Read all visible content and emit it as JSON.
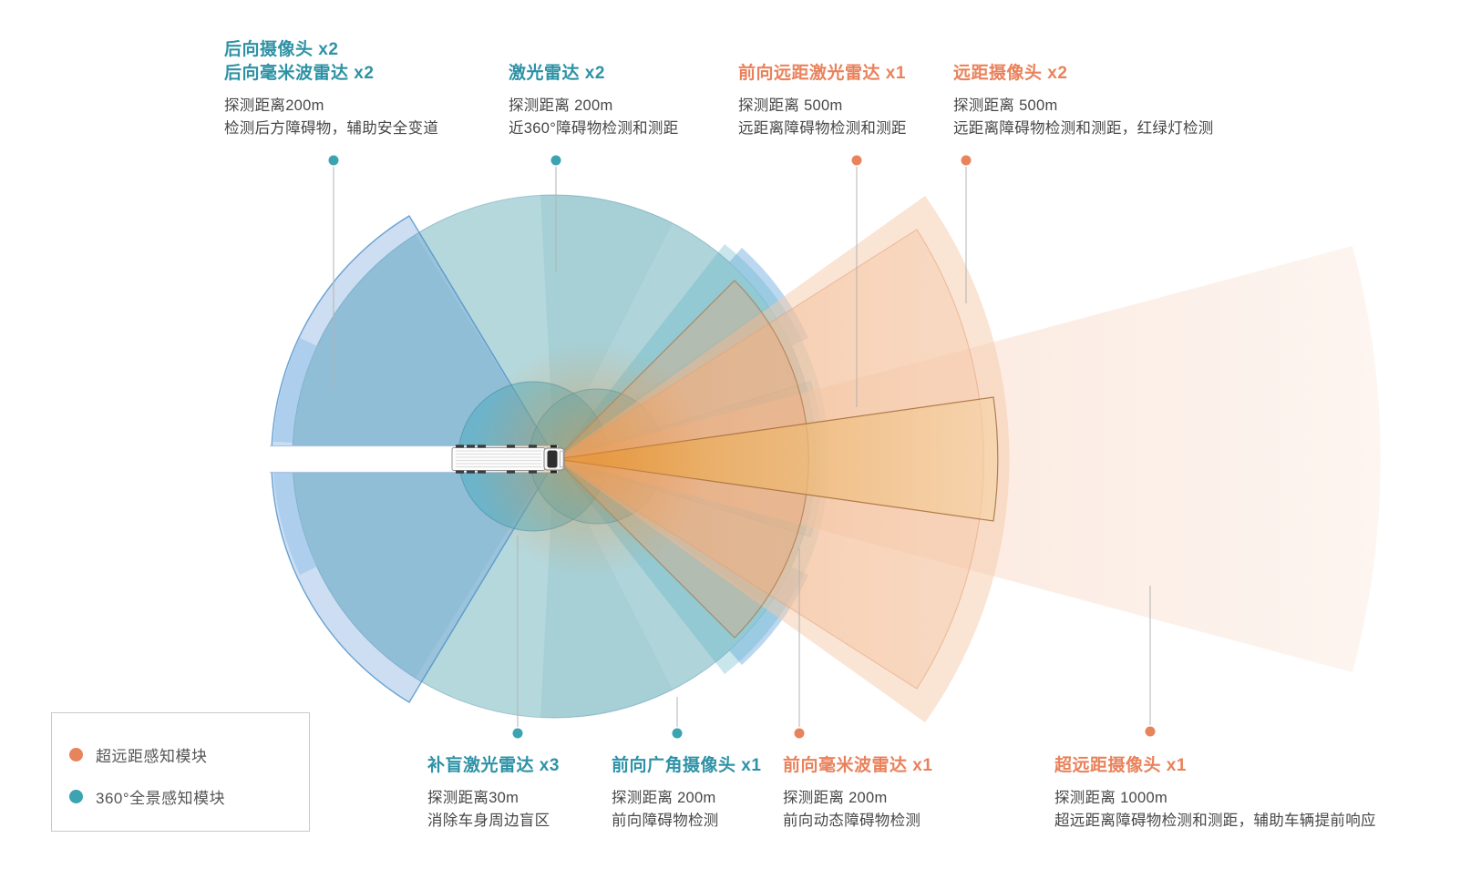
{
  "colors": {
    "teal_headline": "#2E92A6",
    "orange_headline": "#E9825C",
    "teal_dot": "#3BA3B1",
    "orange_dot": "#E8845B",
    "desc_text": "#474747"
  },
  "sensors": {
    "rear_camera_radar": {
      "title_line1": "后向摄像头 x2",
      "title_line2": "后向毫米波雷达 x2",
      "range": "探测距离200m",
      "desc": "检测后方障碍物，辅助安全变道",
      "group": "360°全景感知模块"
    },
    "lidar_360": {
      "title": "激光雷达 x2",
      "range": "探测距离 200m",
      "desc": "近360°障碍物检测和测距",
      "group": "360°全景感知模块"
    },
    "front_long_range_lidar": {
      "title": "前向远距激光雷达 x1",
      "range": "探测距离 500m",
      "desc": "远距离障碍物检测和测距",
      "group": "超远距感知模块"
    },
    "long_range_camera": {
      "title": "远距摄像头 x2",
      "range": "探测距离 500m",
      "desc": "远距离障碍物检测和测距，红绿灯检测",
      "group": "超远距感知模块"
    },
    "blind_spot_lidar": {
      "title": "补盲激光雷达 x3",
      "range": "探测距离30m",
      "desc": "消除车身周边盲区",
      "group": "360°全景感知模块"
    },
    "front_wide_angle_camera": {
      "title": "前向广角摄像头 x1",
      "range": "探测距离 200m",
      "desc": "前向障碍物检测",
      "group": "360°全景感知模块"
    },
    "front_mmwave_radar": {
      "title": "前向毫米波雷达 x1",
      "range": "探测距离 200m",
      "desc": "前向动态障碍物检测",
      "group": "超远距感知模块"
    },
    "ultra_long_range_camera": {
      "title": "超远距摄像头 x1",
      "range": "探测距离 1000m",
      "desc": "超远距离障碍物检测和测距，辅助车辆提前响应",
      "group": "超远距感知模块"
    }
  },
  "legend": {
    "items": [
      {
        "label": "超远距感知模块",
        "color": "#E8845B"
      },
      {
        "label": "360°全景感知模块",
        "color": "#3BA3B1"
      }
    ]
  }
}
